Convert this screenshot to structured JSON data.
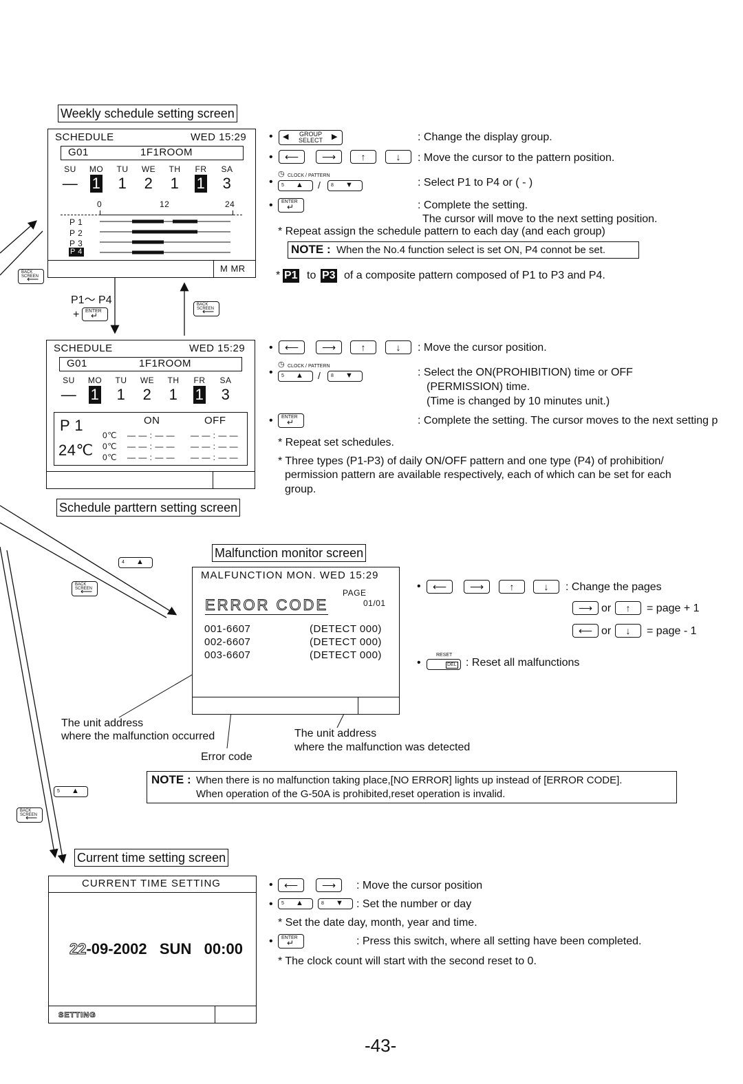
{
  "weekly": {
    "label": "Weekly schedule setting screen",
    "lcd_title": "SCHEDULE",
    "lcd_time": "WED  15:29",
    "group": "G01",
    "room": "1F1ROOM",
    "days": [
      "SU",
      "MO",
      "TU",
      "WE",
      "TH",
      "FR",
      "SA"
    ],
    "day_values": [
      "—",
      "1",
      "1",
      "2",
      "1",
      "1",
      "3"
    ],
    "axis": [
      "0",
      "12",
      "24"
    ],
    "patterns": [
      "P 1",
      "P 2",
      "P 3",
      "P 4"
    ],
    "footer": "M   MR",
    "instr": [
      ": Change the display group.",
      ": Move the cursor to the pattern position.",
      ": Select P1 to P4 or ( - )",
      ": Complete the setting.",
      "The cursor will move to the next setting position."
    ],
    "repeat": "* Repeat assign the schedule pattern to each day (and each group)",
    "note_head": "NOTE :",
    "note_text": "When the No.4 function select is set ON, P4 connot be set.",
    "composite_star": "*",
    "composite_p1": "P1",
    "composite_to": "to",
    "composite_p3": "P3",
    "composite_text": "of a composite pattern composed of P1 to P3 and P4.",
    "transition": "P1〜 P4",
    "plus": "+"
  },
  "pattern": {
    "label": "Schedule parttern setting screen",
    "lcd_title": "SCHEDULE",
    "lcd_time": "WED  15:29",
    "group": "G01",
    "room": "1F1ROOM",
    "p": "P 1",
    "temp": "24℃",
    "on": "ON",
    "off": "OFF",
    "rows": [
      "0℃",
      "0℃",
      "0℃"
    ],
    "slot": "— — : — —",
    "instr": [
      ": Move the cursor position.",
      ": Select the ON(PROHIBITION) time or OFF",
      "(PERMISSION) time.",
      "(Time is changed by 10 minutes unit.)",
      ": Complete the setting. The cursor moves to the next setting p"
    ],
    "repeat": "* Repeat set schedules.",
    "three_types": [
      "* Three types (P1-P3) of daily ON/OFF pattern and one type (P4) of prohibition/",
      "permission pattern are available respectively, each of which can be set for each",
      "group."
    ]
  },
  "malfunction": {
    "label": "Malfunction monitor screen",
    "lcd_title": "MALFUNCTION MON.  WED  15:29",
    "page_label": "PAGE",
    "page_value": "01/01",
    "error_code": "ERROR CODE",
    "rows": [
      {
        "addr": "001-6607",
        "detect": "(DETECT 000)"
      },
      {
        "addr": "002-6607",
        "detect": "(DETECT 000)"
      },
      {
        "addr": "003-6607",
        "detect": "(DETECT 000)"
      }
    ],
    "change_pages": ": Change the pages",
    "or": "or",
    "plus_one": "= page + 1",
    "minus_one": "= page - 1",
    "reset": ": Reset all malfunctions",
    "reset_key": "RESET",
    "del_key": "DEL",
    "unit_addr_1": "The unit address",
    "unit_addr_1b": "where the malfunction occurred",
    "unit_addr_2": "The unit address",
    "unit_addr_2b": "where the malfunction was detected",
    "error_code_label": "Error code",
    "note_head": "NOTE :",
    "note_1": "When there is no malfunction taking place,[NO ERROR] lights up instead of [ERROR CODE].",
    "note_2": "When operation of the G-50A is prohibited,reset operation is invalid."
  },
  "current_time": {
    "label": "Current time setting screen",
    "lcd_title": "CURRENT TIME SETTING",
    "date_day": "22",
    "date_rest": "-09-2002   SUN   00:00",
    "footer": "SETTING",
    "instr": [
      ": Move the cursor position",
      ": Set the number or day",
      "* Set the date day, month, year and time.",
      ": Press this switch, where all setting have been completed.",
      "* The clock count will start with the second reset to 0."
    ]
  },
  "keys": {
    "group_select": "GROUP\nSELECT",
    "clock_pattern": "CLOCK / PATTERN",
    "enter": "ENTER",
    "back_screen": "BACK\nSCREEN",
    "k5": "5",
    "k8": "8",
    "k4": "4",
    "slash": "/"
  },
  "page_number": "-43-"
}
